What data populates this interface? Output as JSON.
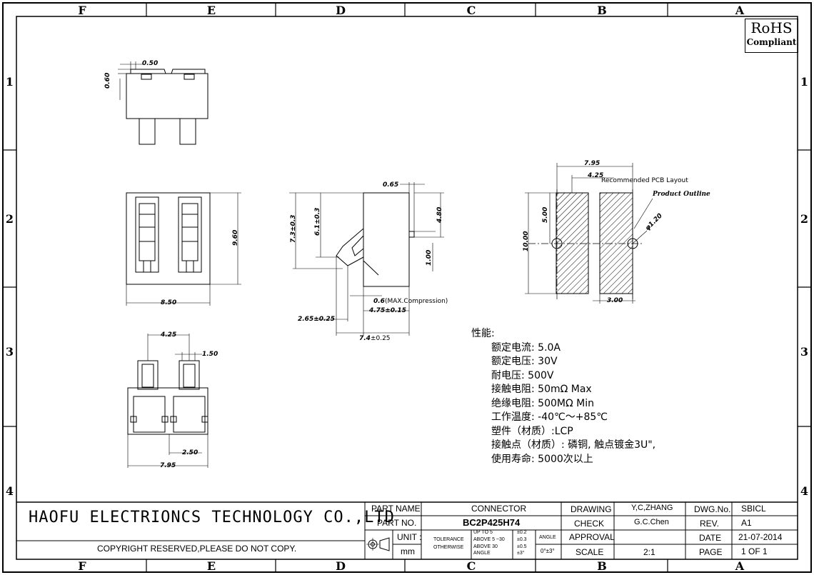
{
  "zones_top": [
    "F",
    "E",
    "D",
    "C",
    "B",
    "A"
  ],
  "zones_side": [
    "1",
    "2",
    "3",
    "4"
  ],
  "rohs": {
    "title": "RoHS",
    "subtitle": "Compliant"
  },
  "dimensions": {
    "top_view": {
      "d_050": "0.50",
      "d_060": "0.60"
    },
    "front_view": {
      "height": "9.60",
      "width": "8.50"
    },
    "bottom_view": {
      "pitch": "4.25",
      "pin": "1.50",
      "gap": "2.50",
      "width": "7.95"
    },
    "side_view": {
      "top": "0.65",
      "h_480": "4.80",
      "h_100": "1.00",
      "v_73": "7.3±0.3",
      "v_61": "6.1±0.3",
      "compression_value": "0.6",
      "compression_note": "(MAX.Compression)",
      "d_475": "4.75±0.15",
      "d_265": "2.65±0.25",
      "d_74_main": "7.4",
      "d_74_tol": "±0.25"
    },
    "pcb_layout": {
      "total": "7.95",
      "pitch": "4.25",
      "height": "10.00",
      "half": "5.00",
      "pad": "3.00",
      "hole": "φ1.20",
      "label": "Recommended PCB Layout",
      "outline": "Product Outline"
    }
  },
  "specs": {
    "title": "性能:",
    "items": [
      "额定电流: 5.0A",
      "额定电压: 30V",
      "耐电压: 500V",
      "接触电阻: 50mΩ  Max",
      "绝缘电阻: 500MΩ  Min",
      "工作温度: -40℃～+85℃",
      "塑件（材质）:LCP",
      "接触点（材质）: 磷铜, 触点镀金3U\",",
      "使用寿命: 5000次以上"
    ]
  },
  "title_block": {
    "company": "HAOFU ELECTRIONCS TECHNOLOGY CO.,LTD",
    "copyright": "COPYRIGHT RESERVED,PLEASE DO NOT COPY.",
    "part_name_label": "PART NAME",
    "part_name": "CONNECTOR",
    "part_no_label": "PART NO.",
    "part_no": "BC2P425H74",
    "unit_label": "UNIT :",
    "unit": "mm",
    "tolerance_label": "TOLERANCE",
    "otherwise_label": "OTHERWISE",
    "tol_rows": [
      [
        "UP TO 5",
        "±0.2"
      ],
      [
        "ABOVE 5 ~30",
        "±0.3"
      ],
      [
        "ABOVE 30",
        "±0.5"
      ],
      [
        "ANGLE",
        "±3°"
      ]
    ],
    "angle_label": "ANGLE",
    "angle_value": "0°±3°",
    "drawing_label": "DRAWING",
    "drawing": "Y,C,ZHANG",
    "check_label": "CHECK",
    "check": "G.C.Chen",
    "approval_label": "APPROVAL",
    "scale_label": "SCALE",
    "scale": "2:1",
    "dwg_no_label": "DWG.No.",
    "dwg_no": "SBICL",
    "rev_label": "REV.",
    "rev": "A1",
    "date_label": "DATE",
    "date": "21-07-2014",
    "page_label": "PAGE",
    "page": "1 OF 1"
  }
}
